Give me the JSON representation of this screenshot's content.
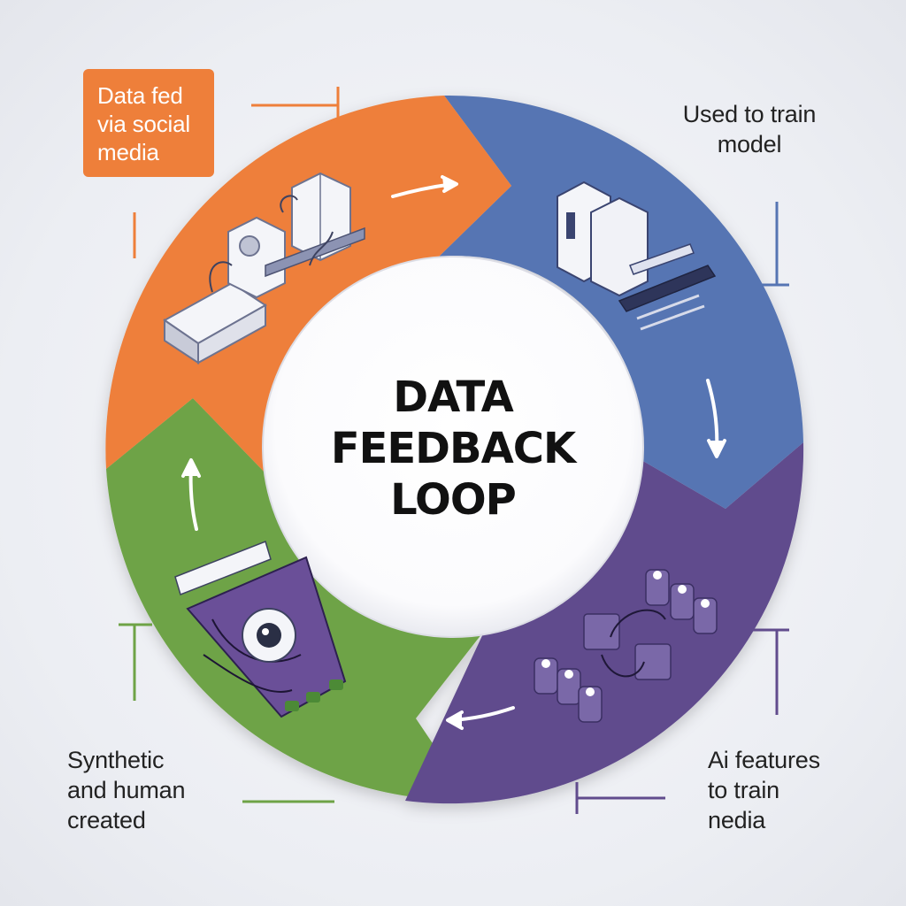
{
  "title": "DATA\nFEEDBACK\nLOOP",
  "stages": [
    {
      "id": "orange",
      "label": "Data fed\nvia social\nmedia",
      "color": "#ee7f3a",
      "illustration": "server-hardware-icon"
    },
    {
      "id": "blue",
      "label": "Used to train\nmodel",
      "color": "#5675b3",
      "illustration": "training-hardware-icon"
    },
    {
      "id": "purple",
      "label": "Ai features\nto train\nnedia",
      "color": "#614c8d",
      "illustration": "network-nodes-icon"
    },
    {
      "id": "green",
      "label": "Synthetic\nand human\ncreated",
      "color": "#6ea346",
      "illustration": "camera-device-icon"
    }
  ],
  "colors": {
    "background": "#eceef3",
    "center": "#ffffff",
    "arrow": "#ffffff",
    "callout_orange": "#ee7f3a",
    "callout_blue": "#5675b3",
    "callout_purple": "#614c8d",
    "callout_green": "#6ea346"
  }
}
